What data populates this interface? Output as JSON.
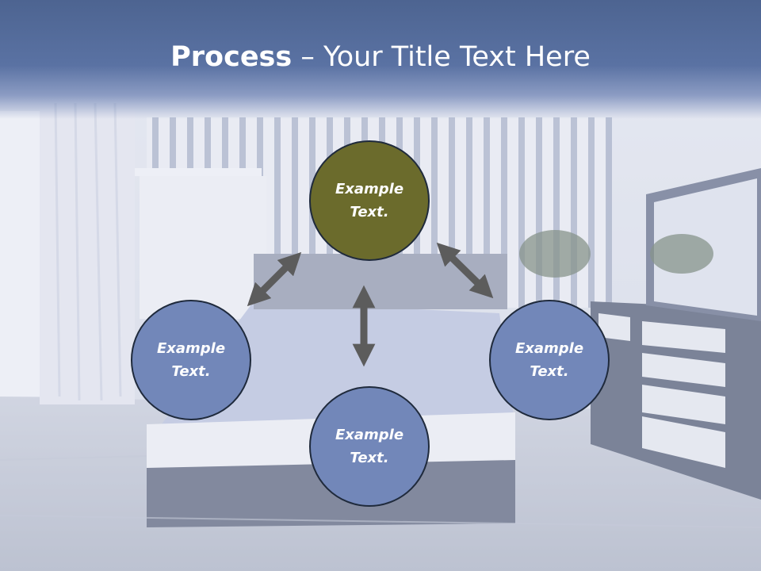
{
  "title": {
    "bold": "Process",
    "rest": " – Your Title Text Here"
  },
  "nodes": {
    "top": {
      "line1": "Example",
      "line2": "Text."
    },
    "left": {
      "line1": "Example",
      "line2": "Text."
    },
    "bottom": {
      "line1": "Example",
      "line2": "Text."
    },
    "right": {
      "line1": "Example",
      "line2": "Text."
    }
  },
  "colors": {
    "title_band": "#5a72a3",
    "node_blue": "#7287b9",
    "node_highlight": "#6b6b2c",
    "arrow": "#5c5c5c"
  }
}
